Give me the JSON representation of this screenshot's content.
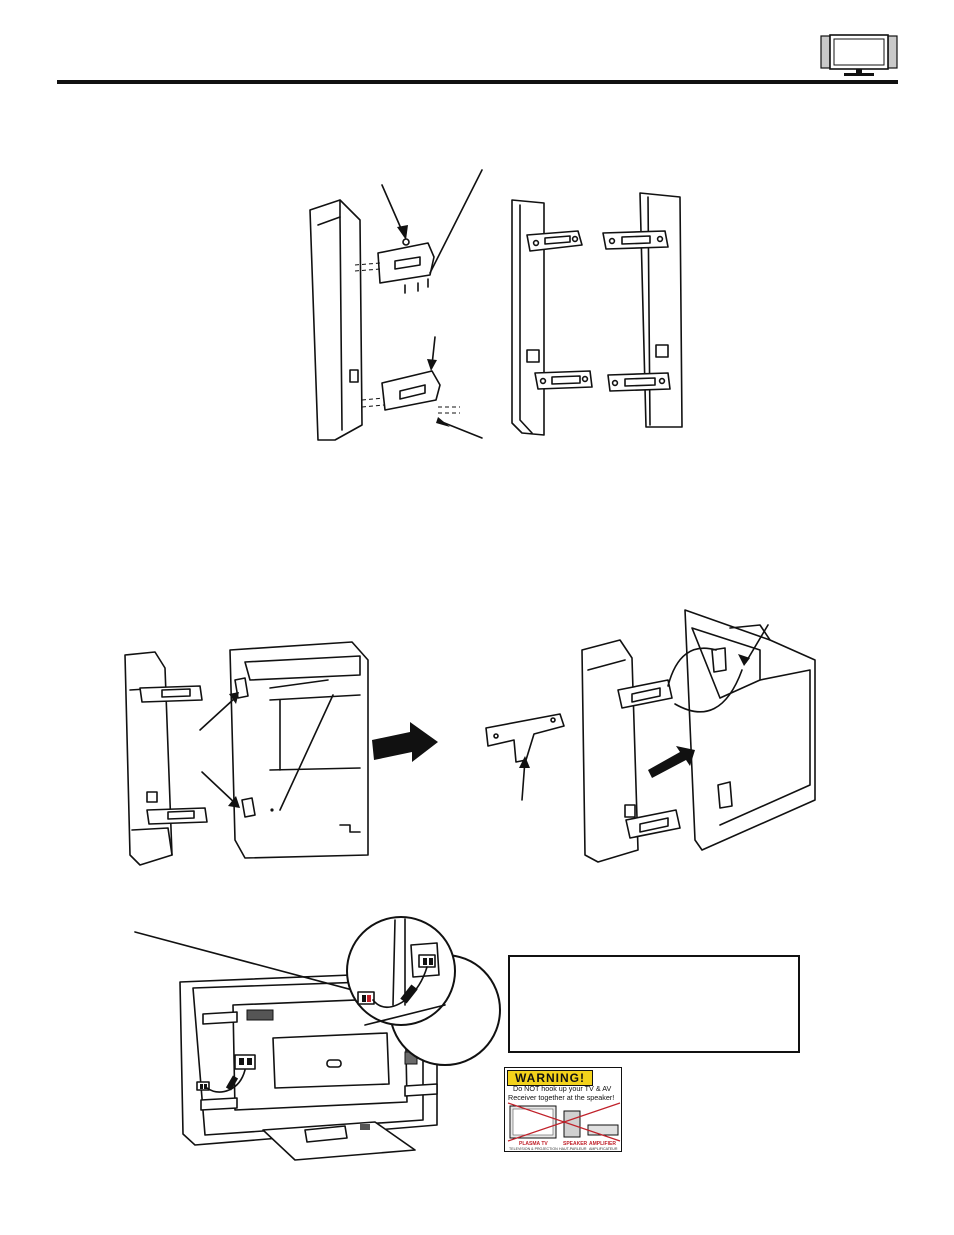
{
  "warning": {
    "title": "WARNING!",
    "line1": "Do NOT hook up your TV & AV",
    "line2": "Receiver together at the speaker!",
    "label_tv": "PLASMA TV",
    "label_speaker": "SPEAKER",
    "label_amp": "AMPLIFIER",
    "sub_tv": "TELEVISION & PROJECTION",
    "sub_speaker": "HAUT-PARLEUR",
    "sub_amp": "AMPLIFICATEUR",
    "accent_color": "#f3d21b",
    "cross_color": "#c0212a"
  },
  "icons": {
    "header": "flat-tv-icon"
  }
}
